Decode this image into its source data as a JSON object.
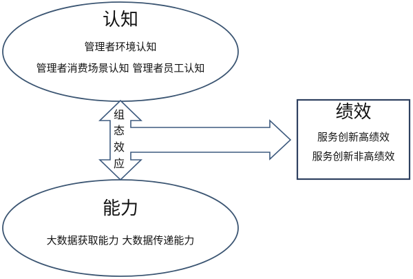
{
  "cognition": {
    "title": "认知",
    "line1": "管理者环境认知",
    "line2": "管理者消费场景认知  管理者员工认知"
  },
  "ability": {
    "title": "能力",
    "line1": "大数据获取能力    大数据传递能力"
  },
  "performance": {
    "title": "绩效",
    "line1": "服务创新高绩效",
    "line2": "服务创新非高绩效"
  },
  "effect": {
    "chars": [
      "组",
      "态",
      "效",
      "应"
    ]
  },
  "colors": {
    "shape_stroke": "#3b5572",
    "arrow_stroke": "#3d5a7e",
    "box_stroke": "#2e4060",
    "text": "#111111"
  }
}
